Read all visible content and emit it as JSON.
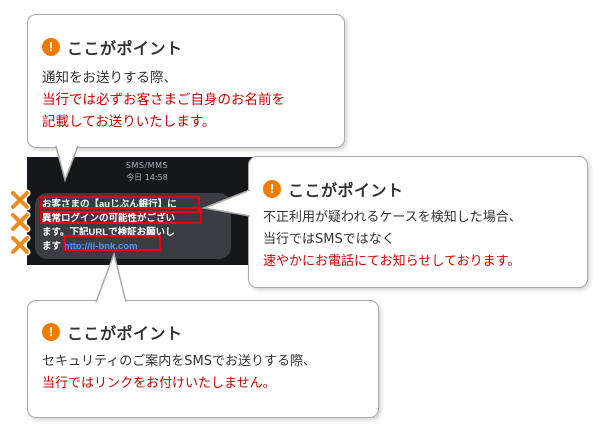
{
  "callout1": {
    "title": "ここがポイント",
    "line1": "通知をお送りする際、",
    "line2": "当行では必ずお客さまご自身のお名前を",
    "line3": "記載してお送りいたします。"
  },
  "callout2": {
    "title": "ここがポイント",
    "line1": "不正利用が疑われるケースを検知した場合、",
    "line2": "当行ではSMSではなく",
    "line3": "速やかにお電話にてお知らせしております。"
  },
  "callout3": {
    "title": "ここがポイント",
    "line1": "セキュリティのご案内をSMSでお送りする際、",
    "line2": "当行ではリンクをお付けいたしません。"
  },
  "alert_icon_glyph": "!",
  "sms": {
    "app": "SMS/MMS",
    "time": "今日 14:58",
    "msg_line1": "お客さまの【auじぶん銀行】に",
    "msg_line2": "異常ログインの可能性がござい",
    "msg_line3": "ます。下記URLで検証お願いし",
    "msg_line4_prefix": "ます ",
    "link": "http://ji-bnk.com"
  },
  "colors": {
    "accent_orange": "#ef7c00",
    "highlight_red": "#d40000",
    "box_red": "#e60012",
    "link_blue": "#4b9bff",
    "phone_bg": "#15171b",
    "bubble_bg": "#3b3d42"
  },
  "icons": {
    "alert": "exclamation-circle-icon",
    "warning_x": "orange-x-icon"
  }
}
